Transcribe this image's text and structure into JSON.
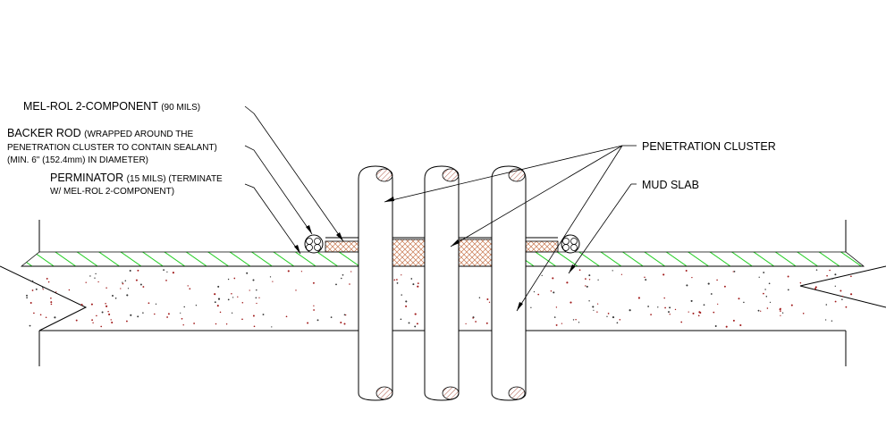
{
  "labels": {
    "mel_rol": {
      "main": "MEL-ROL 2-COMPONENT",
      "small": "(90 MILS)"
    },
    "backer_rod": {
      "line1_main": "BACKER ROD",
      "line1_small": "(WRAPPED AROUND THE",
      "line2": "PENETRATION CLUSTER TO CONTAIN SEALANT)",
      "line3": "(MIN. 6\" (152.4mm) IN DIAMETER)"
    },
    "perminator": {
      "line1_main": "PERMINATOR",
      "line1_small": "(15 MILS) (TERMINATE",
      "line2": "W/ MEL-ROL 2-COMPONENT)"
    },
    "penetration_cluster": "PENETRATION CLUSTER",
    "mud_slab": "MUD SLAB"
  },
  "colors": {
    "membrane_hatch": "#22cc22",
    "pipe_section": "#b05a4a",
    "sealant_hatch": "#c87850",
    "stipple": "#a01818",
    "line": "#000000"
  }
}
